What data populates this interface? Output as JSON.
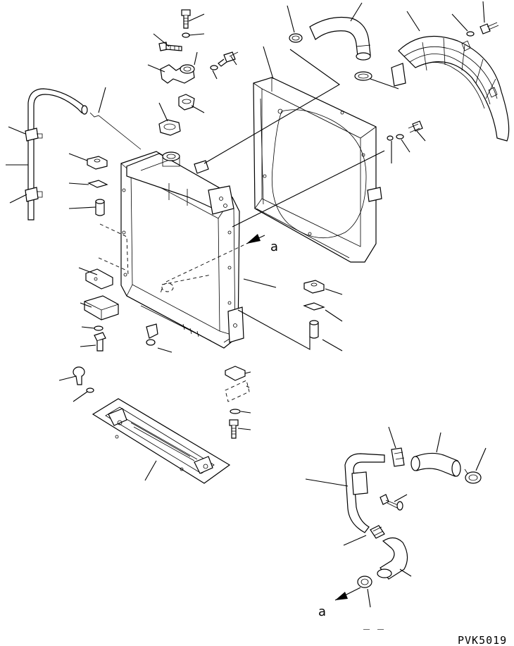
{
  "diagram": {
    "drawing_code": "PVK5019",
    "arrow_label_upper": "a",
    "arrow_label_lower": "a",
    "footer_mark": "_ _"
  }
}
